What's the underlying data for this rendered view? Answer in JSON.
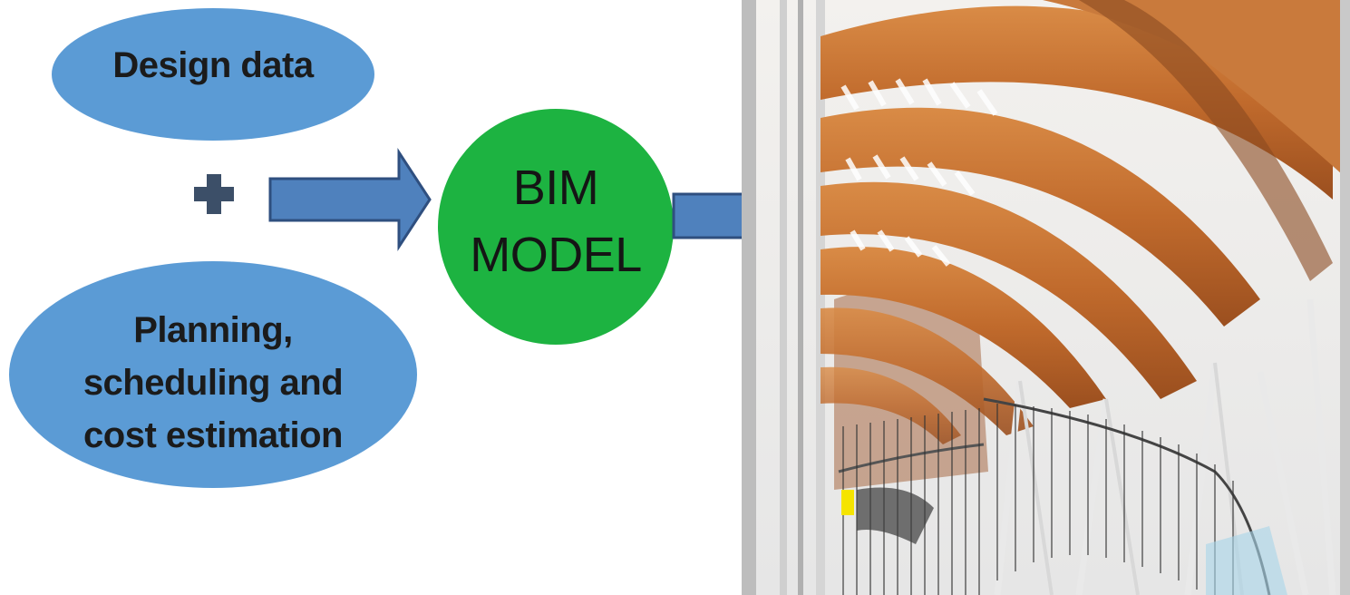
{
  "diagram": {
    "inputs": [
      {
        "label": "Design data"
      },
      {
        "label_lines": [
          "Planning,",
          "scheduling and",
          "cost estimation"
        ]
      }
    ],
    "combiner_symbol": "+",
    "center": {
      "label_lines": [
        "BIM",
        "MODEL"
      ]
    },
    "output_image": "curved-timber-roof-interior-photo",
    "colors": {
      "input_ellipse": "#5b9bd5",
      "center_circle": "#1db341",
      "arrow_fill": "#4f81bd",
      "arrow_stroke": "#2f4f7f",
      "plus": "#3c4f68",
      "timber": "#c8773a"
    }
  }
}
